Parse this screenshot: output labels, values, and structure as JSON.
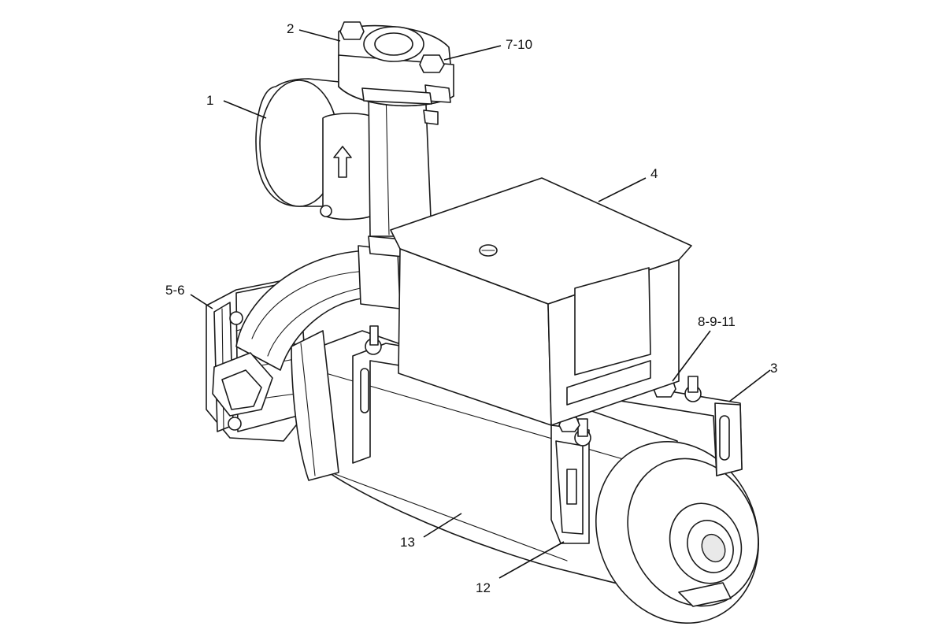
{
  "callouts": [
    {
      "id": "callout-1",
      "label": "1"
    },
    {
      "id": "callout-2",
      "label": "2"
    },
    {
      "id": "callout-3",
      "label": "3"
    },
    {
      "id": "callout-4",
      "label": "4"
    },
    {
      "id": "callout-5-6",
      "label": "5-6"
    },
    {
      "id": "callout-7-10",
      "label": "7-10"
    },
    {
      "id": "callout-8-9-11",
      "label": "8-9-11"
    },
    {
      "id": "callout-12",
      "label": "12"
    },
    {
      "id": "callout-13",
      "label": "13"
    }
  ],
  "colors": {
    "line": "#1a1a1a",
    "background": "#ffffff",
    "shade": "#e9e9e9"
  }
}
